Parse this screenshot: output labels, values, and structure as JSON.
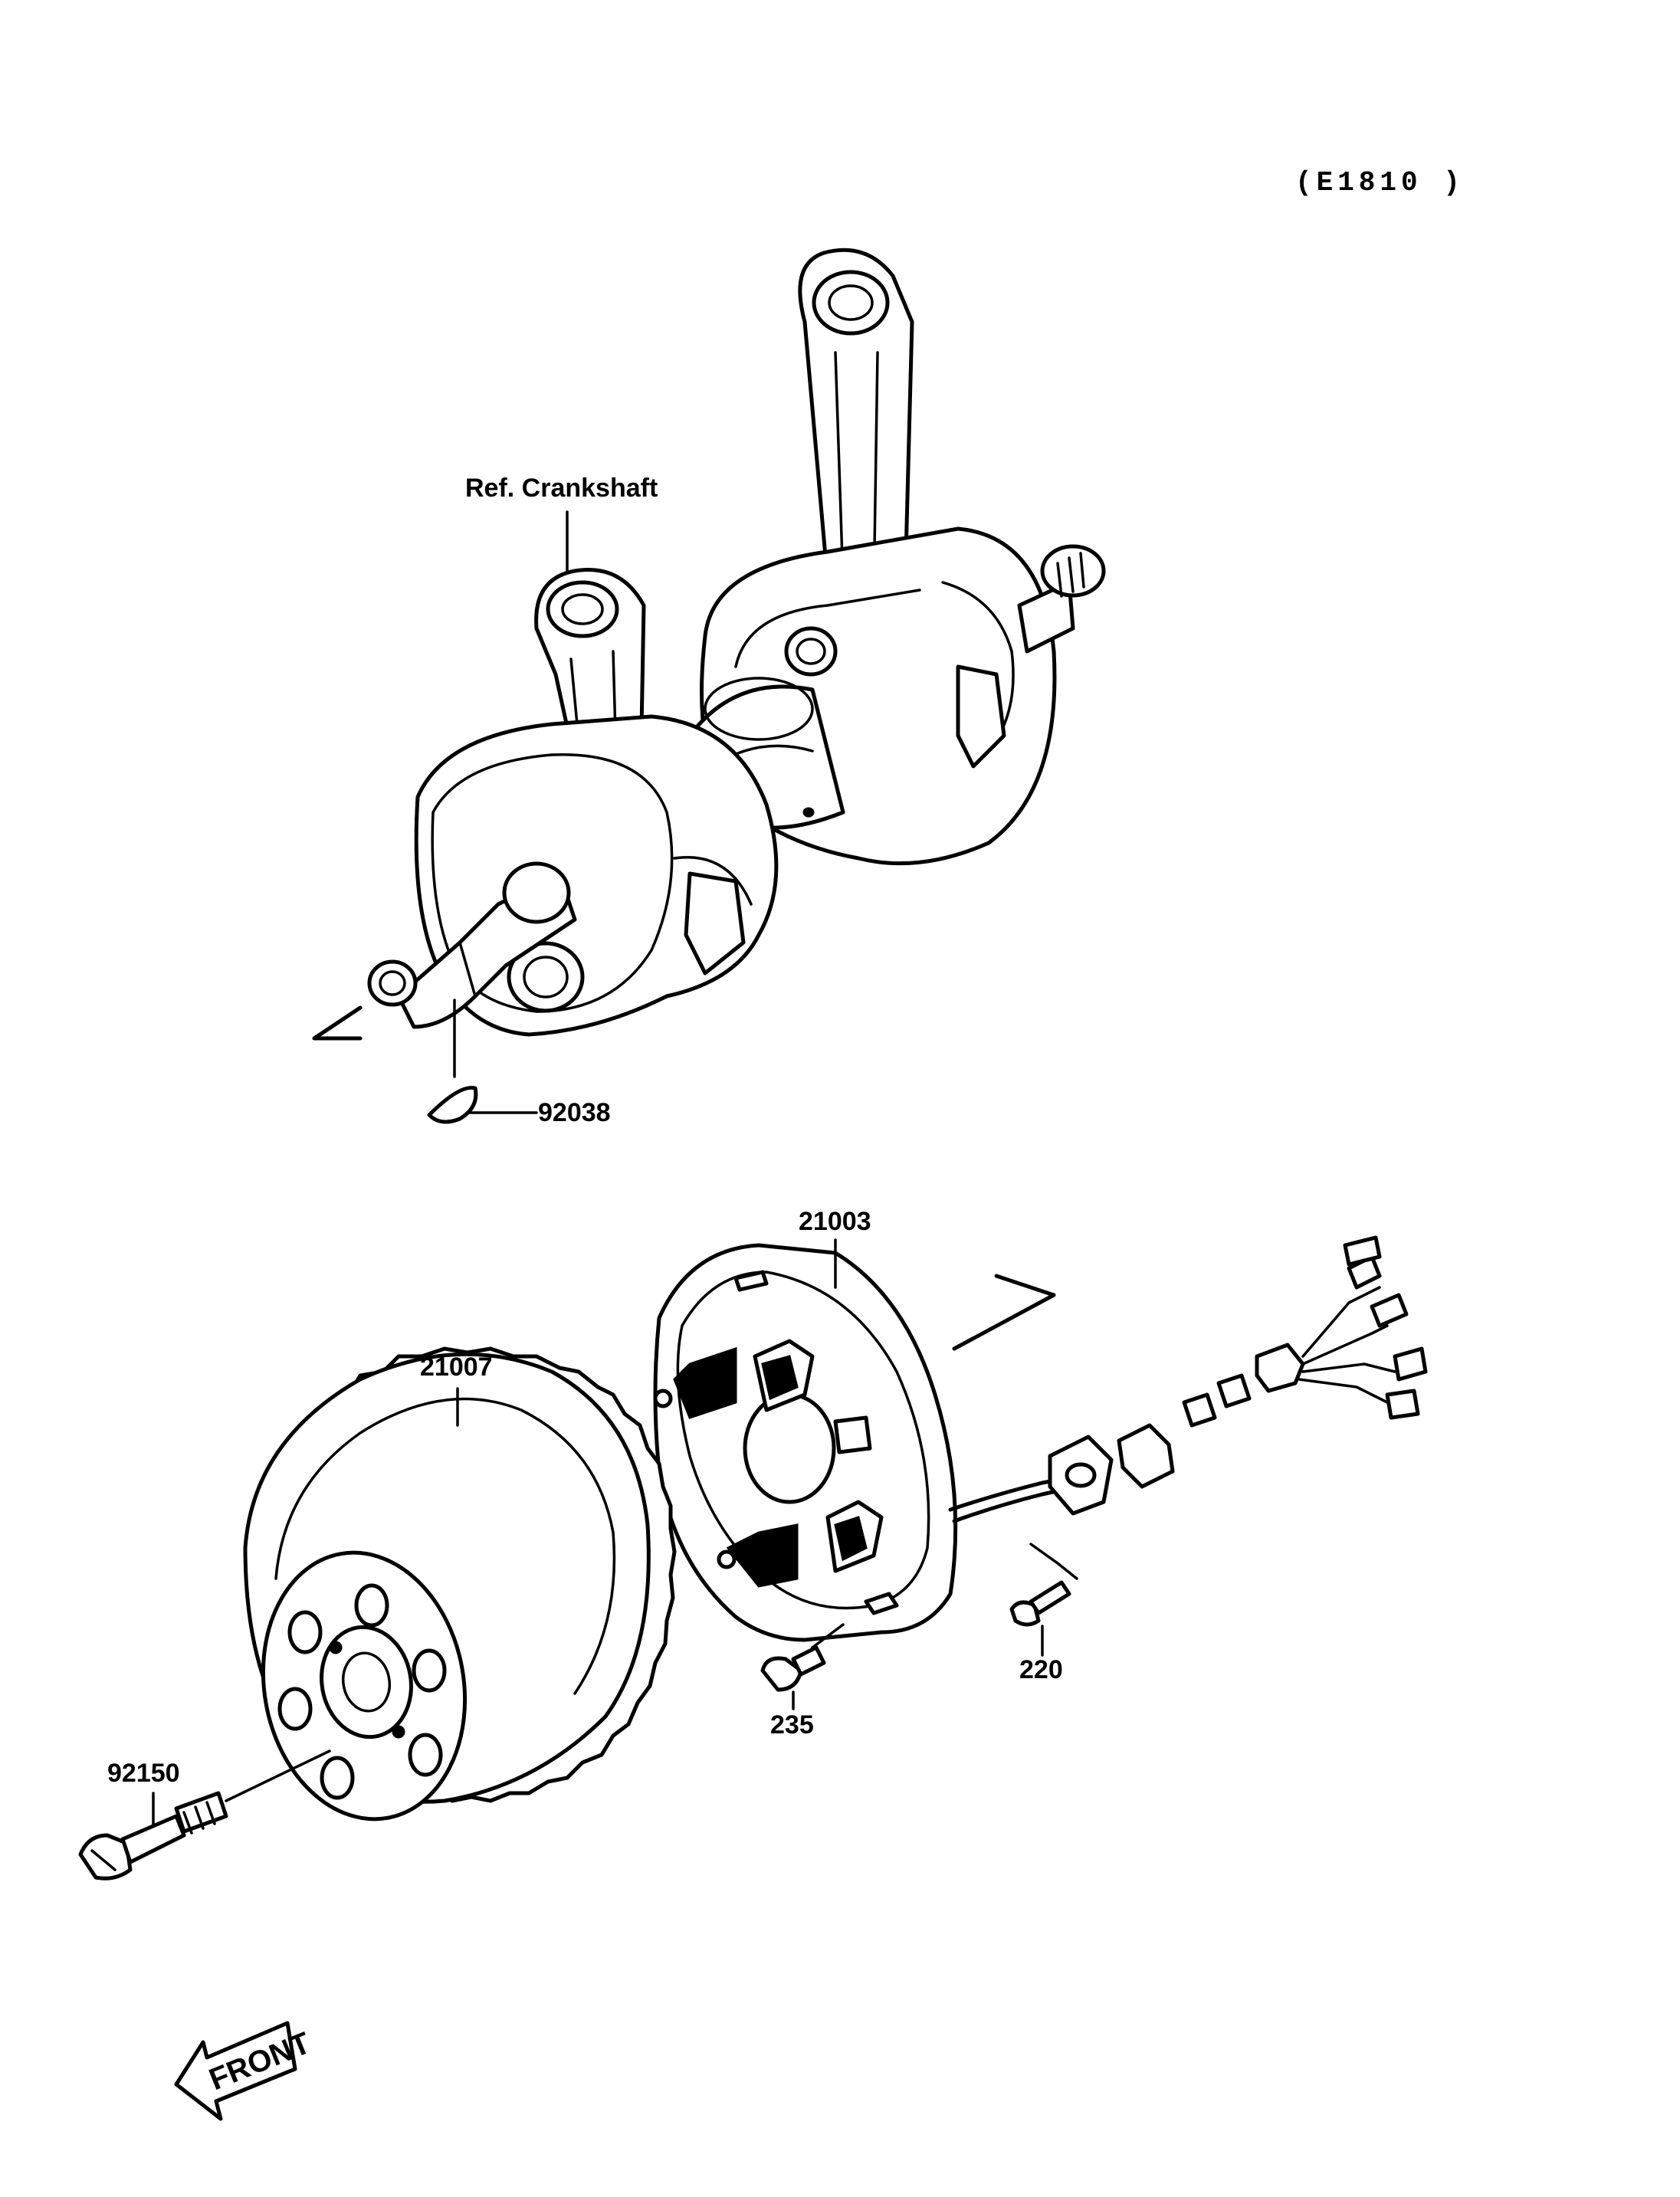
{
  "diagram_code": "(E1810 )",
  "callouts": {
    "ref_crankshaft": "Ref. Crankshaft",
    "key": "92038",
    "stator": "21003",
    "flywheel": "21007",
    "flywheel_bolt": "92150",
    "stator_screw": "235",
    "clamp_screw": "220"
  },
  "front_arrow": "FRONT"
}
